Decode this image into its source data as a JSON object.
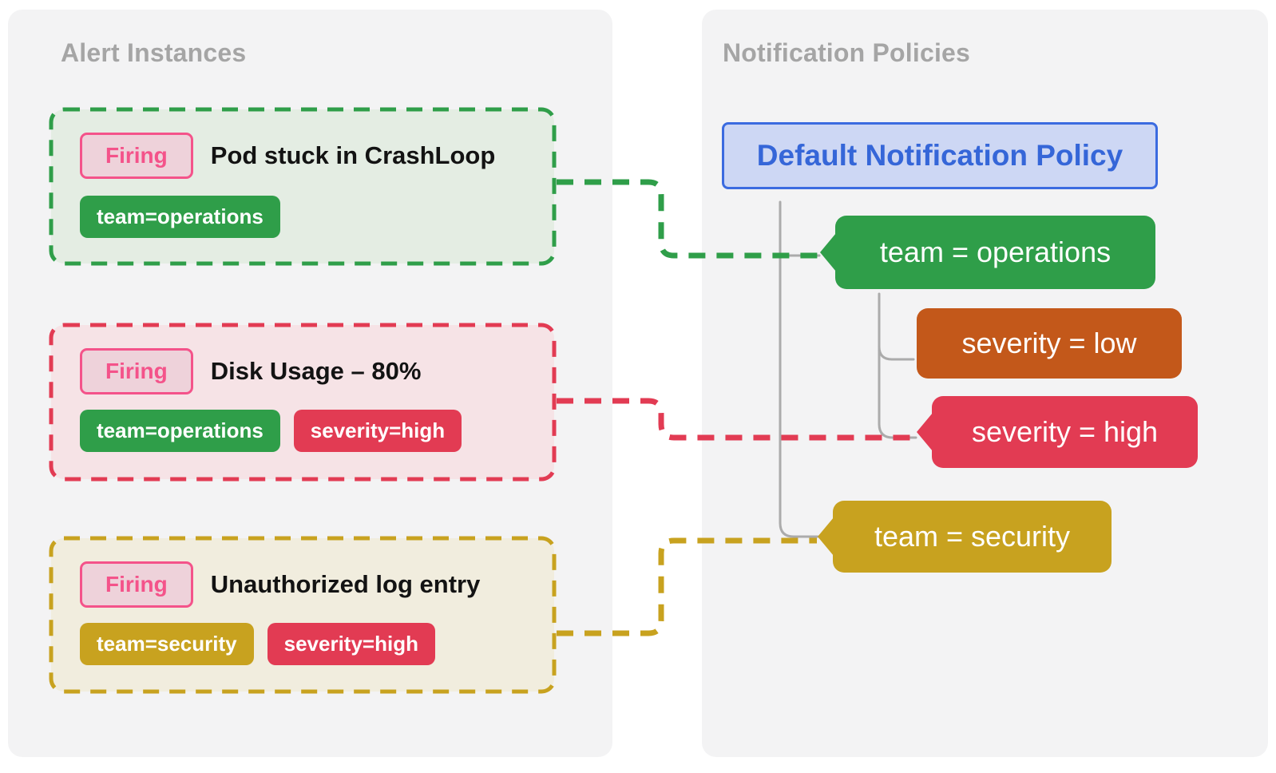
{
  "panels": {
    "alerts": {
      "title": "Alert Instances",
      "cards": [
        {
          "status": "Firing",
          "title": "Pod stuck in CrashLoop",
          "accent": "green",
          "labels": [
            {
              "text": "team=operations",
              "color": "green"
            }
          ]
        },
        {
          "status": "Firing",
          "title": "Disk Usage – 80%",
          "accent": "red",
          "labels": [
            {
              "text": "team=operations",
              "color": "green"
            },
            {
              "text": "severity=high",
              "color": "red"
            }
          ]
        },
        {
          "status": "Firing",
          "title": "Unauthorized log entry",
          "accent": "gold",
          "labels": [
            {
              "text": "team=security",
              "color": "gold"
            },
            {
              "text": "severity=high",
              "color": "red"
            }
          ]
        }
      ]
    },
    "policies": {
      "title": "Notification Policies",
      "root_label": "Default Notification Policy",
      "nodes": [
        {
          "text": "team = operations",
          "color": "green",
          "has_match_arrow": true
        },
        {
          "text": "severity = low",
          "color": "orange",
          "has_match_arrow": false
        },
        {
          "text": "severity = high",
          "color": "red",
          "has_match_arrow": true
        },
        {
          "text": "team = security",
          "color": "gold",
          "has_match_arrow": true
        }
      ]
    }
  },
  "connections": [
    {
      "from": "alert-pod-stuck-in-crashloop",
      "to": "policy-team-operations",
      "color": "green"
    },
    {
      "from": "alert-disk-usage-80",
      "to": "policy-severity-high",
      "color": "red"
    },
    {
      "from": "alert-unauthorized-log-entry",
      "to": "policy-team-security",
      "color": "gold"
    }
  ],
  "colors": {
    "green": "#2f9e49",
    "red": "#e23b53",
    "gold": "#c8a21f",
    "orange": "#c3581a",
    "pink": "#f4538a",
    "pink_bg": "#eed2da",
    "blue_border": "#3b6be0",
    "blue_bg": "#cdd7f4",
    "blue_text": "#3566d8",
    "panel_bg": "#f3f3f4",
    "card_bg_green": "#e4ede3",
    "card_bg_red": "#f6e3e6",
    "card_bg_gold": "#f1edde",
    "tree_line": "#ababab",
    "heading_gray": "#a5a5a5"
  }
}
